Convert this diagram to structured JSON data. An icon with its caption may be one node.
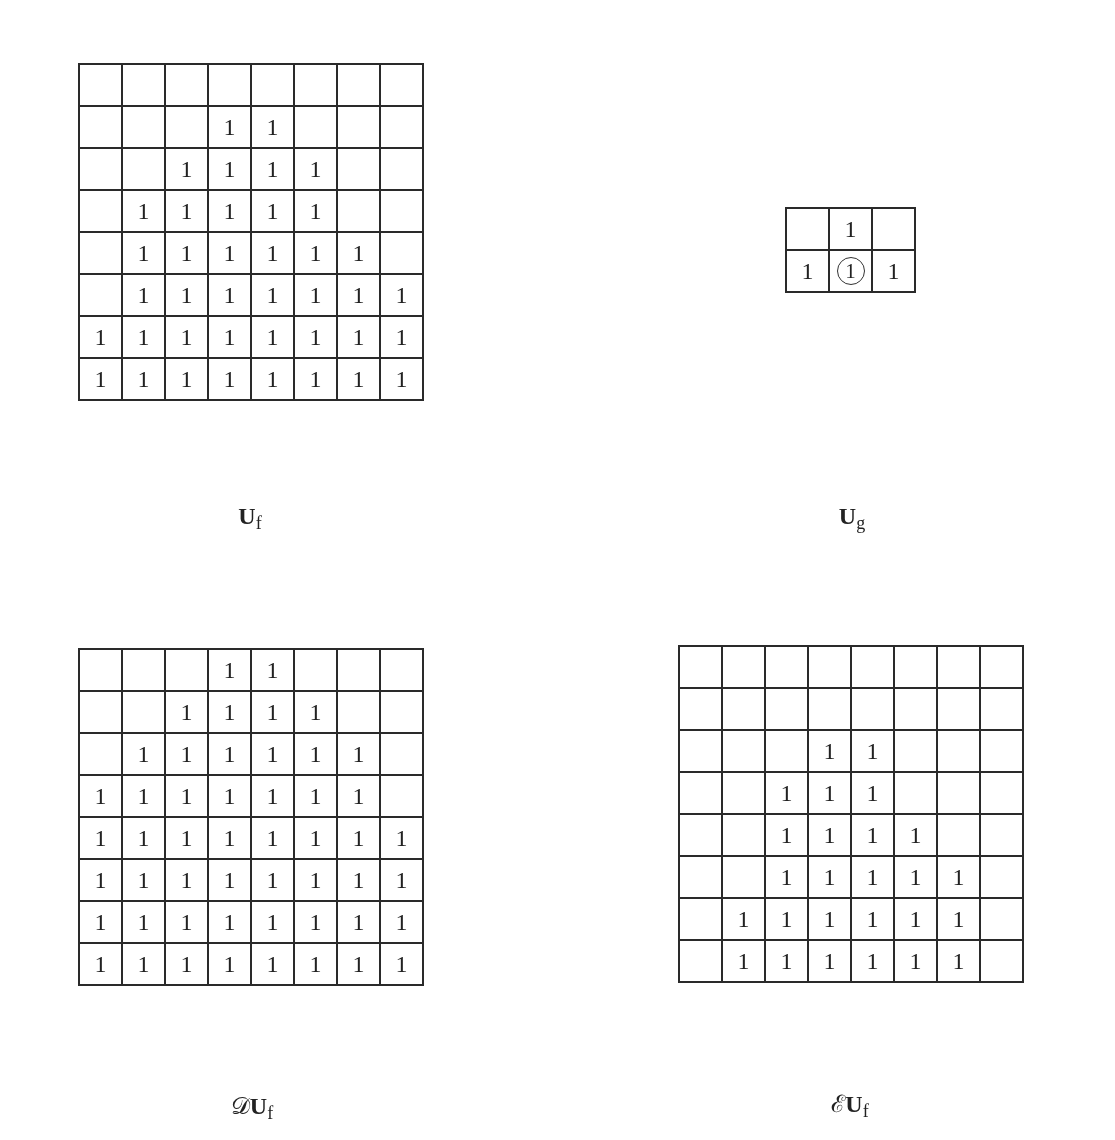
{
  "diagram": {
    "nodes": [
      {
        "text": [],
        "shape": "box"
      },
      {
        "text": [],
        "shape": "box",
        "in": 0
      },
      {
        "text": [],
        "shape": "box",
        "in": 0
      },
      {
        "text": [],
        "shape": "box",
        "in": 0
      },
      {
        "text": [],
        "shape": "box",
        "in": 0
      },
      {
        "text": [],
        "shape": "box",
        "in": 0
      },
      {
        "text": [],
        "shape": "box",
        "in": 0
      },
      {
        "text": [],
        "shape": "box",
        "in": 0
      },
      {
        "text": [],
        "shape": "box",
        "in": 0
      },
      {
        "text": [],
        "shape": "box",
        "in": 0
      },
      {
        "text": [],
        "shape": "box",
        "in": 0
      },
      {
        "text": [],
        "shape": "box",
        "in": 0
      },
      {
        "text": [
          "1"
        ],
        "in": 0
      },
      {
        "text": [
          "1"
        ],
        "in": 0
      },
      {
        "text": [],
        "shape": "box",
        "in": 0
      },
      {
        "text": [],
        "shape": "box",
        "in": 0
      },
      {
        "text": [],
        "shape": "box",
        "in": 0
      },
      {
        "text": [],
        "shape": "box",
        "in": 0
      },
      {
        "text": [],
        "shape": "box",
        "in": 0
      },
      {
        "text": [
          "1"
        ],
        "in": 0
      },
      {
        "text": [
          "1"
        ],
        "in": 0
      },
      {
        "text": [
          "1"
        ],
        "in": 0
      },
      {
        "text": [
          "1"
        ],
        "in": 0
      },
      {
        "text": [],
        "shape": "box",
        "in": 0
      },
      {
        "text": [],
        "shape": "box",
        "in": 0
      },
      {
        "text": [],
        "shape": "box",
        "in": 0
      },
      {
        "text": [
          "1"
        ],
        "in": 0
      },
      {
        "text": [
          "1"
        ],
        "in": 0
      },
      {
        "text": [
          "1"
        ],
        "in": 0
      },
      {
        "text": [
          "1"
        ],
        "in": 0
      },
      {
        "text": [
          "1"
        ],
        "in": 0
      },
      {
        "text": [],
        "shape": "box",
        "in": 0
      },
      {
        "text": [],
        "shape": "box",
        "in": 0
      },
      {
        "text": [],
        "shape": "box",
        "in": 0
      },
      {
        "text": [
          "1"
        ],
        "in": 0
      },
      {
        "text": [
          "1"
        ],
        "in": 0
      },
      {
        "text": [
          "1"
        ],
        "in": 0
      },
      {
        "text": [
          "1"
        ],
        "in": 0
      },
      {
        "text": [
          "1"
        ],
        "in": 0
      },
      {
        "text": [
          "1"
        ],
        "in": 0
      },
      {
        "text": [],
        "shape": "box",
        "in": 0
      },
      {
        "text": [],
        "shape": "box",
        "in": 0
      },
      {
        "text": [
          "1"
        ],
        "in": 0
      },
      {
        "text": [
          "1"
        ],
        "in": 0
      },
      {
        "text": [
          "1"
        ],
        "in": 0
      },
      {
        "text": [
          "1"
        ],
        "in": 0
      },
      {
        "text": [
          "1"
        ],
        "in": 0
      },
      {
        "text": [
          "1"
        ],
        "in": 0
      },
      {
        "text": [
          "1"
        ],
        "in": 0
      },
      {
        "text": [
          "1"
        ],
        "in": 0
      },
      {
        "text": [
          "1"
        ],
        "in": 0
      },
      {
        "text": [
          "1"
        ],
        "in": 0
      },
      {
        "text": [
          "1"
        ],
        "in": 0
      },
      {
        "text": [
          "1"
        ],
        "in": 0
      },
      {
        "text": [
          "1"
        ],
        "in": 0
      },
      {
        "text": [
          "1"
        ],
        "in": 0
      },
      {
        "text": [
          "1"
        ],
        "in": 0
      },
      {
        "text": [
          "1"
        ],
        "in": 0
      },
      {
        "text": [
          "1"
        ],
        "in": 0
      },
      {
        "text": [
          "1"
        ],
        "in": 0
      },
      {
        "text": [
          "1"
        ],
        "in": 0
      },
      {
        "text": [
          "1"
        ],
        "in": 0
      },
      {
        "text": [
          "1"
        ],
        "in": 0
      },
      {
        "text": [
          "1"
        ],
        "in": 0
      },
      {
        "text": [
          "1"
        ],
        "in": 0
      },
      {
        "text": [],
        "shape": "box"
      },
      {
        "text": [],
        "shape": "box",
        "in": 65
      },
      {
        "text": [
          "1"
        ],
        "in": 65
      },
      {
        "text": [],
        "shape": "box",
        "in": 65
      },
      {
        "text": [
          "1"
        ],
        "in": 65
      },
      {
        "text": [],
        "shape": "box",
        "in": 65
      },
      {
        "text": [
          "1"
        ],
        "in": 70
      },
      {
        "text": [
          "1"
        ],
        "in": 65
      },
      {
        "text": [],
        "shape": "box"
      },
      {
        "text": [],
        "shape": "box",
        "in": 73
      },
      {
        "text": [],
        "shape": "box",
        "in": 73
      },
      {
        "text": [],
        "shape": "box",
        "in": 73
      },
      {
        "text": [
          "1"
        ],
        "in": 73
      },
      {
        "text": [
          "1"
        ],
        "in": 73
      },
      {
        "text": [],
        "shape": "box",
        "in": 73
      },
      {
        "text": [],
        "shape": "box",
        "in": 73
      },
      {
        "text": [],
        "shape": "box",
        "in": 73
      },
      {
        "text": [],
        "shape": "box",
        "in": 73
      },
      {
        "text": [],
        "shape": "box",
        "in": 73
      },
      {
        "text": [
          "1"
        ],
        "in": 73
      },
      {
        "text": [
          "1"
        ],
        "in": 73
      },
      {
        "text": [
          "1"
        ],
        "in": 73
      },
      {
        "text": [
          "1"
        ],
        "in": 73
      },
      {
        "text": [],
        "shape": "box",
        "in": 73
      },
      {
        "text": [],
        "shape": "box",
        "in": 73
      },
      {
        "text": [],
        "shape": "box",
        "in": 73
      },
      {
        "text": [
          "1"
        ],
        "in": 73
      },
      {
        "text": [
          "1"
        ],
        "in": 73
      },
      {
        "text": [
          "1"
        ],
        "in": 73
      },
      {
        "text": [
          "1"
        ],
        "in": 73
      },
      {
        "text": [
          "1"
        ],
        "in": 73
      },
      {
        "text": [
          "1"
        ],
        "in": 73
      },
      {
        "text": [],
        "shape": "box",
        "in": 73
      },
      {
        "text": [
          "1"
        ],
        "in": 73
      },
      {
        "text": [
          "1"
        ],
        "in": 73
      },
      {
        "text": [
          "1"
        ],
        "in": 73
      },
      {
        "text": [
          "1"
        ],
        "in": 73
      },
      {
        "text": [
          "1"
        ],
        "in": 73
      },
      {
        "text": [
          "1"
        ],
        "in": 73
      },
      {
        "text": [
          "1"
        ],
        "in": 73
      },
      {
        "text": [],
        "shape": "box",
        "in": 73
      },
      {
        "text": [
          "1"
        ],
        "in": 73
      },
      {
        "text": [
          "1"
        ],
        "in": 73
      },
      {
        "text": [
          "1"
        ],
        "in": 73
      },
      {
        "text": [
          "1"
        ],
        "in": 73
      },
      {
        "text": [
          "1"
        ],
        "in": 73
      },
      {
        "text": [
          "1"
        ],
        "in": 73
      },
      {
        "text": [
          "1"
        ],
        "in": 73
      },
      {
        "text": [
          "1"
        ],
        "in": 73
      },
      {
        "text": [
          "1"
        ],
        "in": 73
      },
      {
        "text": [
          "1"
        ],
        "in": 73
      },
      {
        "text": [
          "1"
        ],
        "in": 73
      },
      {
        "text": [
          "1"
        ],
        "in": 73
      },
      {
        "text": [
          "1"
        ],
        "in": 73
      },
      {
        "text": [
          "1"
        ],
        "in": 73
      },
      {
        "text": [
          "1"
        ],
        "in": 73
      },
      {
        "text": [
          "1"
        ],
        "in": 73
      },
      {
        "text": [
          "1"
        ],
        "in": 73
      },
      {
        "text": [
          "1"
        ],
        "in": 73
      },
      {
        "text": [
          "1"
        ],
        "in": 73
      },
      {
        "text": [
          "1"
        ],
        "in": 73
      },
      {
        "text": [
          "1"
        ],
        "in": 73
      },
      {
        "text": [
          "1"
        ],
        "in": 73
      },
      {
        "text": [
          "1"
        ],
        "in": 73
      },
      {
        "text": [
          "1"
        ],
        "in": 73
      },
      {
        "text": [
          "1"
        ],
        "in": 73
      },
      {
        "text": [
          "1"
        ],
        "in": 73
      },
      {
        "text": [
          "1"
        ],
        "in": 73
      },
      {
        "text": [
          "1"
        ],
        "in": 73
      },
      {
        "text": [
          "1"
        ],
        "in": 73
      },
      {
        "text": [
          "1"
        ],
        "in": 73
      },
      {
        "text": [
          "1"
        ],
        "in": 73
      },
      {
        "text": [
          "1"
        ],
        "in": 73
      },
      {
        "text": [],
        "shape": "box"
      },
      {
        "text": [],
        "shape": "box",
        "in": 138
      },
      {
        "text": [],
        "shape": "box",
        "in": 138
      },
      {
        "text": [],
        "shape": "box",
        "in": 138
      },
      {
        "text": [],
        "shape": "box",
        "in": 138
      },
      {
        "text": [],
        "shape": "box",
        "in": 138
      },
      {
        "text": [],
        "shape": "box",
        "in": 138
      },
      {
        "text": [],
        "shape": "box",
        "in": 138
      },
      {
        "text": [],
        "shape": "box",
        "in": 138
      },
      {
        "text": [],
        "shape": "box",
        "in": 138
      },
      {
        "text": [],
        "shape": "box",
        "in": 138
      },
      {
        "text": [],
        "shape": "box",
        "in": 138
      },
      {
        "text": [],
        "shape": "box",
        "in": 138
      },
      {
        "text": [],
        "shape": "box",
        "in": 138
      },
      {
        "text": [],
        "shape": "box",
        "in": 138
      },
      {
        "text": [],
        "shape": "box",
        "in": 138
      },
      {
        "text": [],
        "shape": "box",
        "in": 138
      },
      {
        "text": [],
        "shape": "box",
        "in": 138
      },
      {
        "text": [],
        "shape": "box",
        "in": 138
      },
      {
        "text": [],
        "shape": "box",
        "in": 138
      },
      {
        "text": [
          "1"
        ],
        "in": 138
      },
      {
        "text": [
          "1"
        ],
        "in": 138
      },
      {
        "text": [],
        "shape": "box",
        "in": 138
      },
      {
        "text": [],
        "shape": "box",
        "in": 138
      },
      {
        "text": [],
        "shape": "box",
        "in": 138
      },
      {
        "text": [],
        "shape": "box",
        "in": 138
      },
      {
        "text": [],
        "shape": "box",
        "in": 138
      },
      {
        "text": [
          "1"
        ],
        "in": 138
      },
      {
        "text": [
          "1"
        ],
        "in": 138
      },
      {
        "text": [
          "1"
        ],
        "in": 138
      },
      {
        "text": [],
        "shape": "box",
        "in": 138
      },
      {
        "text": [],
        "shape": "box",
        "in": 138
      },
      {
        "text": [],
        "shape": "box",
        "in": 138
      },
      {
        "text": [],
        "shape": "box",
        "in": 138
      },
      {
        "text": [],
        "shape": "box",
        "in": 138
      },
      {
        "text": [
          "1"
        ],
        "in": 138
      },
      {
        "text": [
          "1"
        ],
        "in": 138
      },
      {
        "text": [
          "1"
        ],
        "in": 138
      },
      {
        "text": [
          "1"
        ],
        "in": 138
      },
      {
        "text": [],
        "shape": "box",
        "in": 138
      },
      {
        "text": [],
        "shape": "box",
        "in": 138
      },
      {
        "text": [],
        "shape": "box",
        "in": 138
      },
      {
        "text": [],
        "shape": "box",
        "in": 138
      },
      {
        "text": [
          "1"
        ],
        "in": 138
      },
      {
        "text": [
          "1"
        ],
        "in": 138
      },
      {
        "text": [
          "1"
        ],
        "in": 138
      },
      {
        "text": [
          "1"
        ],
        "in": 138
      },
      {
        "text": [
          "1"
        ],
        "in": 138
      },
      {
        "text": [],
        "shape": "box",
        "in": 138
      },
      {
        "text": [],
        "shape": "box",
        "in": 138
      },
      {
        "text": [
          "1"
        ],
        "in": 138
      },
      {
        "text": [
          "1"
        ],
        "in": 138
      },
      {
        "text": [
          "1"
        ],
        "in": 138
      },
      {
        "text": [
          "1"
        ],
        "in": 138
      },
      {
        "text": [
          "1"
        ],
        "in": 138
      },
      {
        "text": [
          "1"
        ],
        "in": 138
      },
      {
        "text": [],
        "shape": "box",
        "in": 138
      },
      {
        "text": [],
        "shape": "box",
        "in": 138
      },
      {
        "text": [
          "1"
        ],
        "in": 138
      },
      {
        "text": [
          "1"
        ],
        "in": 138
      },
      {
        "text": [
          "1"
        ],
        "in": 138
      },
      {
        "text": [
          "1"
        ],
        "in": 138
      },
      {
        "text": [
          "1"
        ],
        "in": 138
      },
      {
        "text": [
          "1"
        ],
        "in": 138
      },
      {
        "text": [],
        "shape": "box",
        "in": 138
      }
    ],
    "labels": [
      "**U**$_{f}$",
      "**U**$_{g}$",
      "𝒟**U**$_{f}$",
      "ℰ**U**$_{f}$"
    ]
  }
}
